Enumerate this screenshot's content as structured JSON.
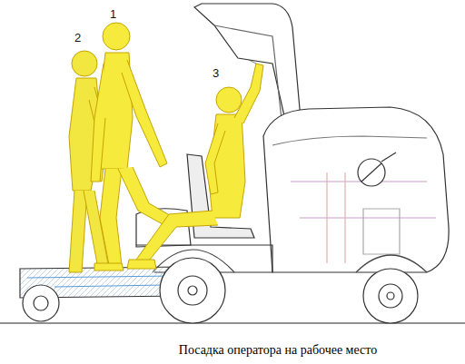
{
  "diagram": {
    "caption": "Посадка оператора на рабочее место",
    "labels": [
      "1",
      "2",
      "3"
    ]
  }
}
